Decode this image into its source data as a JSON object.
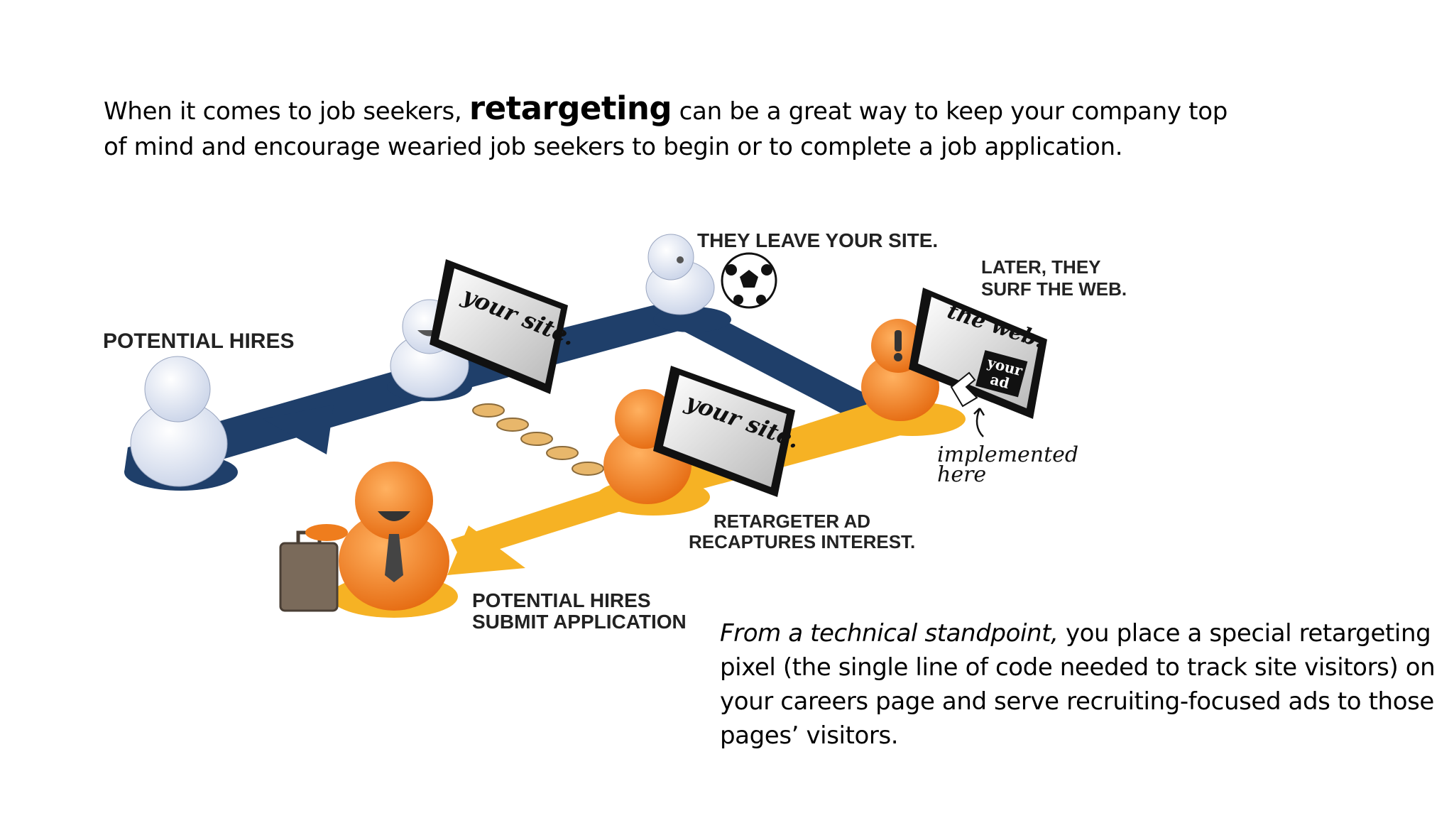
{
  "intro": {
    "before": "When it comes to job seekers,",
    "highlight": "retargeting",
    "after": "can be a great way to keep your company top of mind and encourage wearied job seekers to begin or to complete a job application."
  },
  "diagram": {
    "potential_hires": "POTENTIAL HIRES",
    "they_leave": "THEY LEAVE YOUR SITE.",
    "later_line1": "LATER, THEY",
    "later_line2": "SURF THE WEB.",
    "your_site": "your site.",
    "the_web": "the web.",
    "your_ad_1": "your",
    "your_ad_2": "ad",
    "implemented_1": "implemented",
    "implemented_2": "here",
    "retarget_line1": "RETARGETER AD",
    "retarget_line2": "RECAPTURES INTEREST.",
    "submit_line1": "POTENTIAL HIRES",
    "submit_line2": "SUBMIT APPLICATION",
    "colors": {
      "navy": "#1f3f6a",
      "orange": "#f28a26",
      "gold": "#f6b224",
      "white_figure": "#e9eef8"
    }
  },
  "outro": {
    "italic": "From a technical standpoint,",
    "rest": "you place a special retargeting pixel (the single line of code needed to track site visitors) on your careers page and serve recruiting-focused ads to those pages’ visitors."
  }
}
